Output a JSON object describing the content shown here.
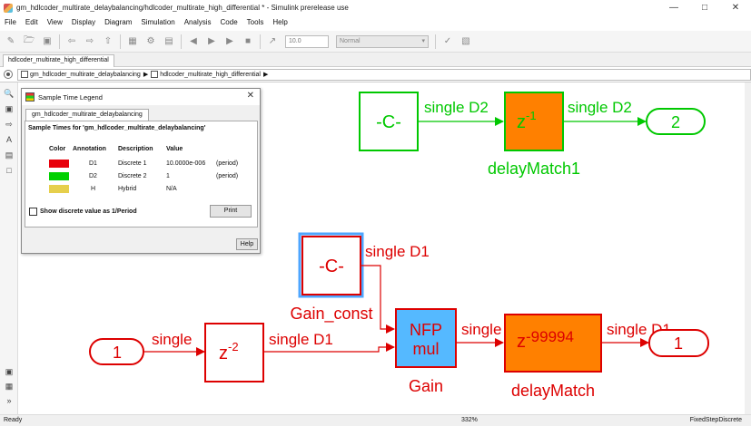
{
  "window": {
    "title": "gm_hdlcoder_multirate_delaybalancing/hdlcoder_multirate_high_differential * - Simulink prerelease use"
  },
  "menu": [
    "File",
    "Edit",
    "View",
    "Display",
    "Diagram",
    "Simulation",
    "Analysis",
    "Code",
    "Tools",
    "Help"
  ],
  "toolbar": {
    "stop_time": "10.0",
    "sim_mode": "Normal"
  },
  "tabs": {
    "active": "hdlcoder_multirate_high_differential"
  },
  "breadcrumb": {
    "items": [
      "gm_hdlcoder_multirate_delaybalancing",
      "hdlcoder_multirate_high_differential"
    ]
  },
  "legend": {
    "title": "Sample Time Legend",
    "tab": "gm_hdlcoder_multirate_delaybalancing",
    "heading": "Sample Times for 'gm_hdlcoder_multirate_delaybalancing'",
    "headers": [
      "Color",
      "Annotation",
      "Description",
      "Value"
    ],
    "rows": [
      {
        "color": "#e8000b",
        "annotation": "D1",
        "description": "Discrete 1",
        "value": "10.0000e-006",
        "note": "(period)"
      },
      {
        "color": "#00d000",
        "annotation": "D2",
        "description": "Discrete 2",
        "value": "1",
        "note": "(period)"
      },
      {
        "color": "#e6cf4c",
        "annotation": "H",
        "description": "Hybrid",
        "value": "N/A",
        "note": ""
      }
    ],
    "checkbox_label": "Show discrete value as 1/Period",
    "print_label": "Print",
    "help_label": "Help"
  },
  "diagram": {
    "colors": {
      "d1": "#dd0000",
      "d2": "#00c800",
      "orange": "#ff8000",
      "blue_fill": "#55b9ff",
      "blue_border": "#4da6ff"
    },
    "top": {
      "const_label": "-C-",
      "delay_label": "z",
      "delay_exp": "-1",
      "delay_name": "delayMatch1",
      "sig1": "single D2",
      "sig2": "single D2",
      "outport": "2"
    },
    "bottom": {
      "inport": "1",
      "sig_in": "single",
      "delay2_label": "z",
      "delay2_exp": "-2",
      "sig_d2": "single D1",
      "const_label": "-C-",
      "const_name": "Gain_const",
      "sig_const": "single D1",
      "gain_line1": "NFP",
      "gain_line2": "mul",
      "gain_name": "Gain",
      "sig_gain": "single",
      "delay_label": "z",
      "delay_exp": "-99994",
      "delay_name": "delayMatch",
      "sig_out": "single D1",
      "outport": "1"
    }
  },
  "status": {
    "ready": "Ready",
    "zoom": "332%",
    "solver": "FixedStepDiscrete"
  }
}
